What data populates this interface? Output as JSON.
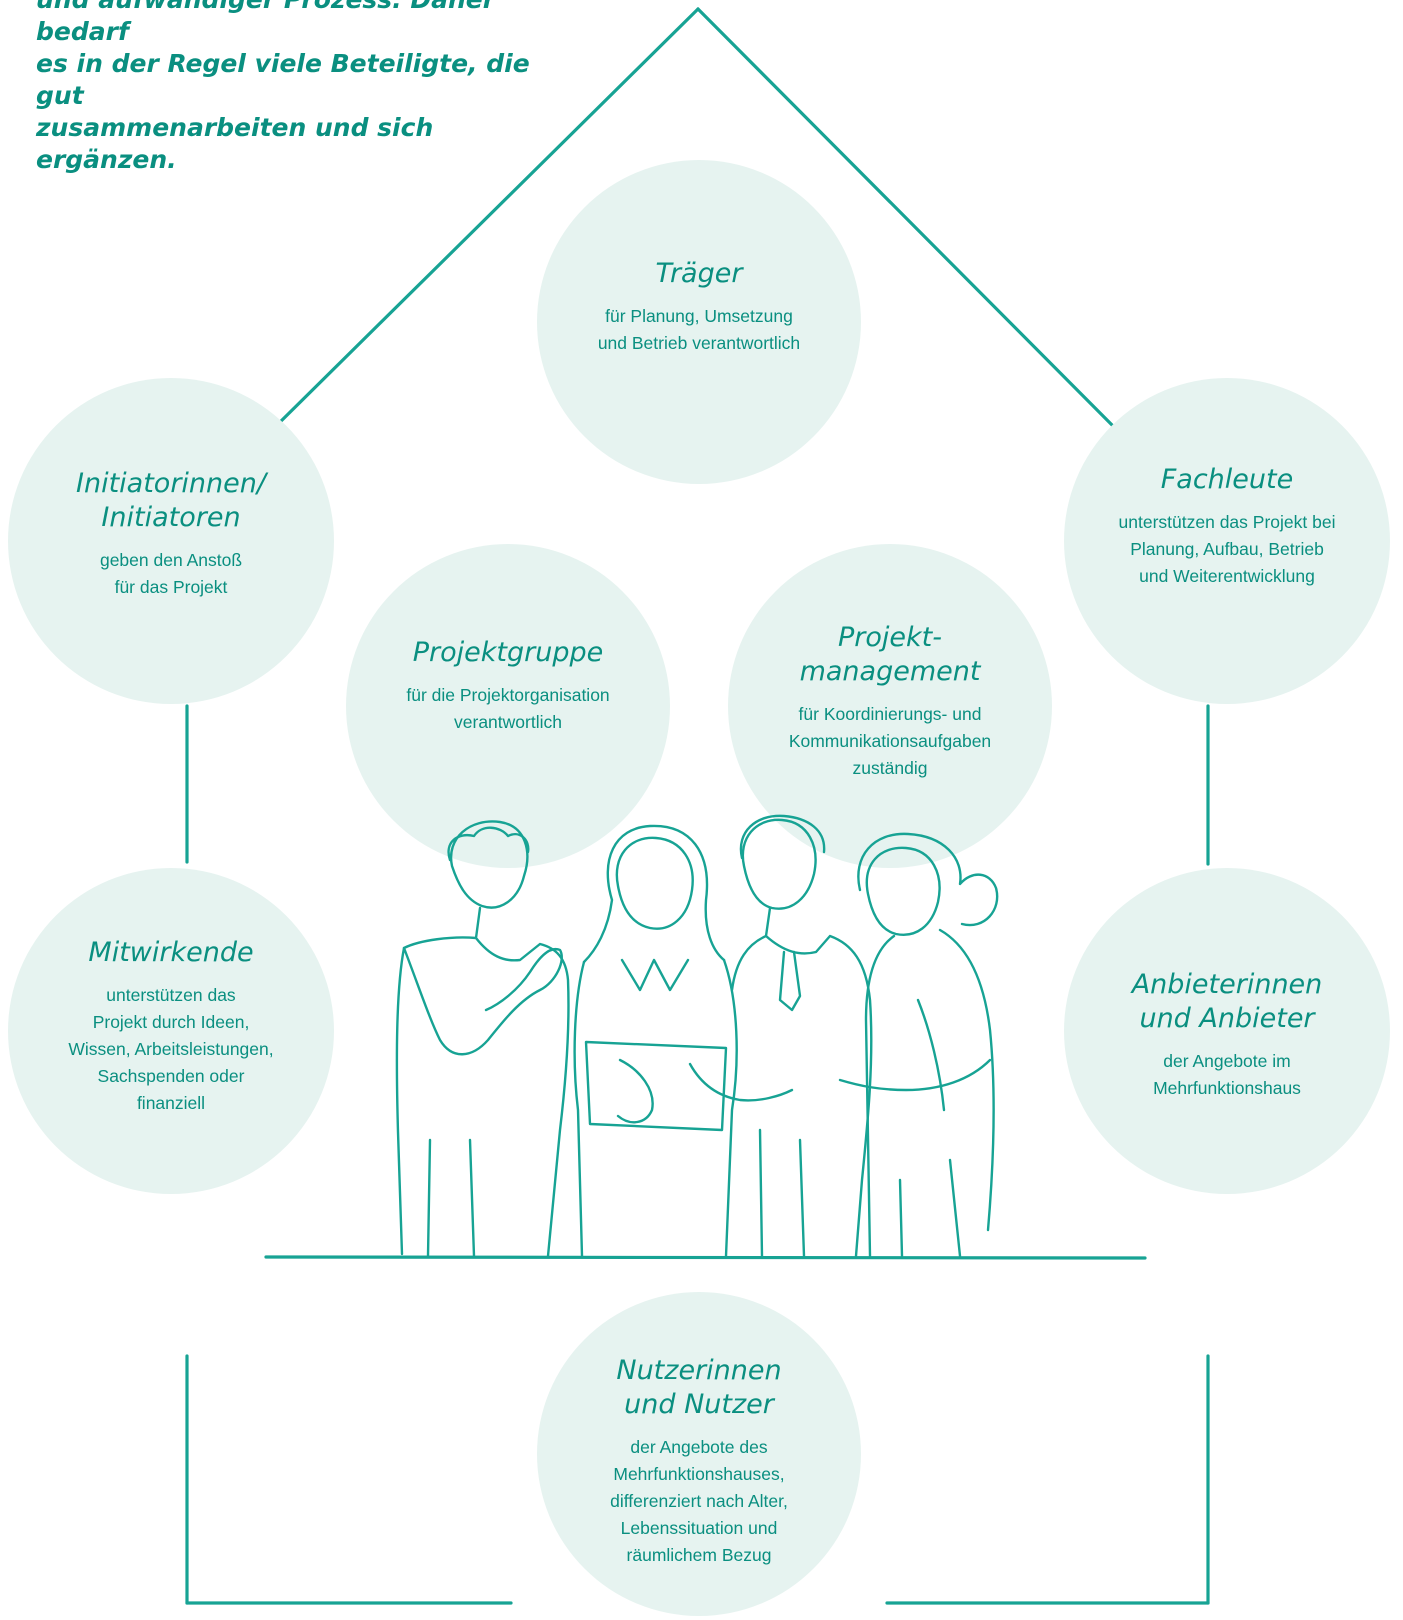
{
  "intro": {
    "text": "und aufwändiger Prozess. Daher bedarf\nes in der Regel viele Beteiligte, die gut\nzusammenarbeiten und sich ergänzen."
  },
  "roles": {
    "traeger": {
      "title": "Träger",
      "desc": "für Planung, Umsetzung\nund Betrieb verantwortlich"
    },
    "initiator": {
      "title": "Initiatorinnen/\nInitiatoren",
      "desc": "geben den Anstoß\nfür das Projekt"
    },
    "fachleute": {
      "title": "Fachleute",
      "desc": "unterstützen das Projekt bei\nPlanung, Aufbau, Betrieb\nund Weiterentwicklung"
    },
    "gruppe": {
      "title": "Projektgruppe",
      "desc": "für die Projektorganisation\nverantwortlich"
    },
    "management": {
      "title": "Projekt-\nmanagement",
      "desc": "für Koordinierungs- und\nKommunikationsaufgaben\nzuständig"
    },
    "mitwirkende": {
      "title": "Mitwirkende",
      "desc": "unterstützen das\nProjekt durch Ideen,\nWissen, Arbeitsleistungen,\nSachspenden oder\nfinanziell"
    },
    "anbieter": {
      "title": "Anbieterinnen\nund Anbieter",
      "desc": "der Angebote im\nMehrfunktionshaus"
    },
    "nutzer": {
      "title": "Nutzerinnen\nund Nutzer",
      "desc": "der Angebote des\nMehrfunktionshauses,\ndifferenziert nach Alter,\nLebenssituation und\nräumlichem Bezug"
    }
  },
  "colors": {
    "accent": "#0a8f80",
    "circle": "#e6f3f0",
    "line": "#17a394"
  }
}
